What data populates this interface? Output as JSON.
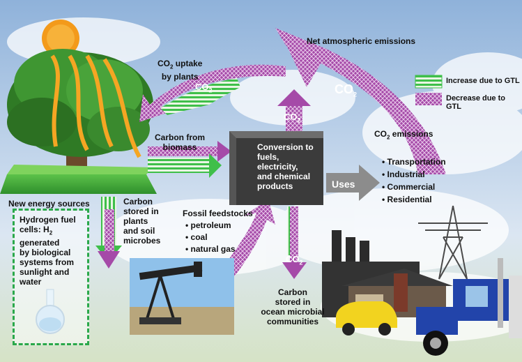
{
  "labels": {
    "net_emissions": "Net atmospheric emissions",
    "co2_uptake_line1": "CO",
    "co2_uptake_sub": "2",
    "co2_uptake_line1_rest": " uptake",
    "co2_uptake_line2": "by plants",
    "carbon_from_biomass_line1": "Carbon from",
    "carbon_from_biomass_line2": "biomass",
    "conversion": [
      "Conversion to",
      "fuels, electricity,",
      "and chemical",
      "products"
    ],
    "uses": "Uses",
    "co2_emissions": "CO",
    "co2_emissions_sub": "2",
    "co2_emissions_rest": " emissions",
    "new_energy_sources": "New energy sources",
    "carbon_stored_plants": [
      "Carbon",
      "stored in",
      "plants",
      "and soil",
      "microbes"
    ],
    "fossil_feedstocks": "Fossil feedstocks",
    "fossil_items": [
      "• petroleum",
      "• coal",
      "• natural gas"
    ],
    "carbon_stored_ocean": [
      "Carbon",
      "stored in",
      "ocean microbial",
      "communities"
    ],
    "hydrogen_text_l1": "Hydrogen fuel",
    "hydrogen_text_l2": "cells: H",
    "hydrogen_text_l2_sub": "2",
    "hydrogen_text_rest": [
      "generated",
      "by biological",
      "systems from",
      "sunlight and",
      "water"
    ]
  },
  "co2_tag": {
    "base": "CO",
    "sub": "2"
  },
  "uses_list": [
    "• Transportation",
    "• Industrial",
    "• Commercial",
    "• Residential"
  ],
  "legend": {
    "increase": "Increase due to GTL",
    "decrease": "Decrease due to GTL"
  },
  "colors": {
    "green_arrow": "#3fbf4a",
    "purple_arrow": "#9b3a9e",
    "box": "#3b3b3b",
    "sun": "#f39a1b"
  }
}
